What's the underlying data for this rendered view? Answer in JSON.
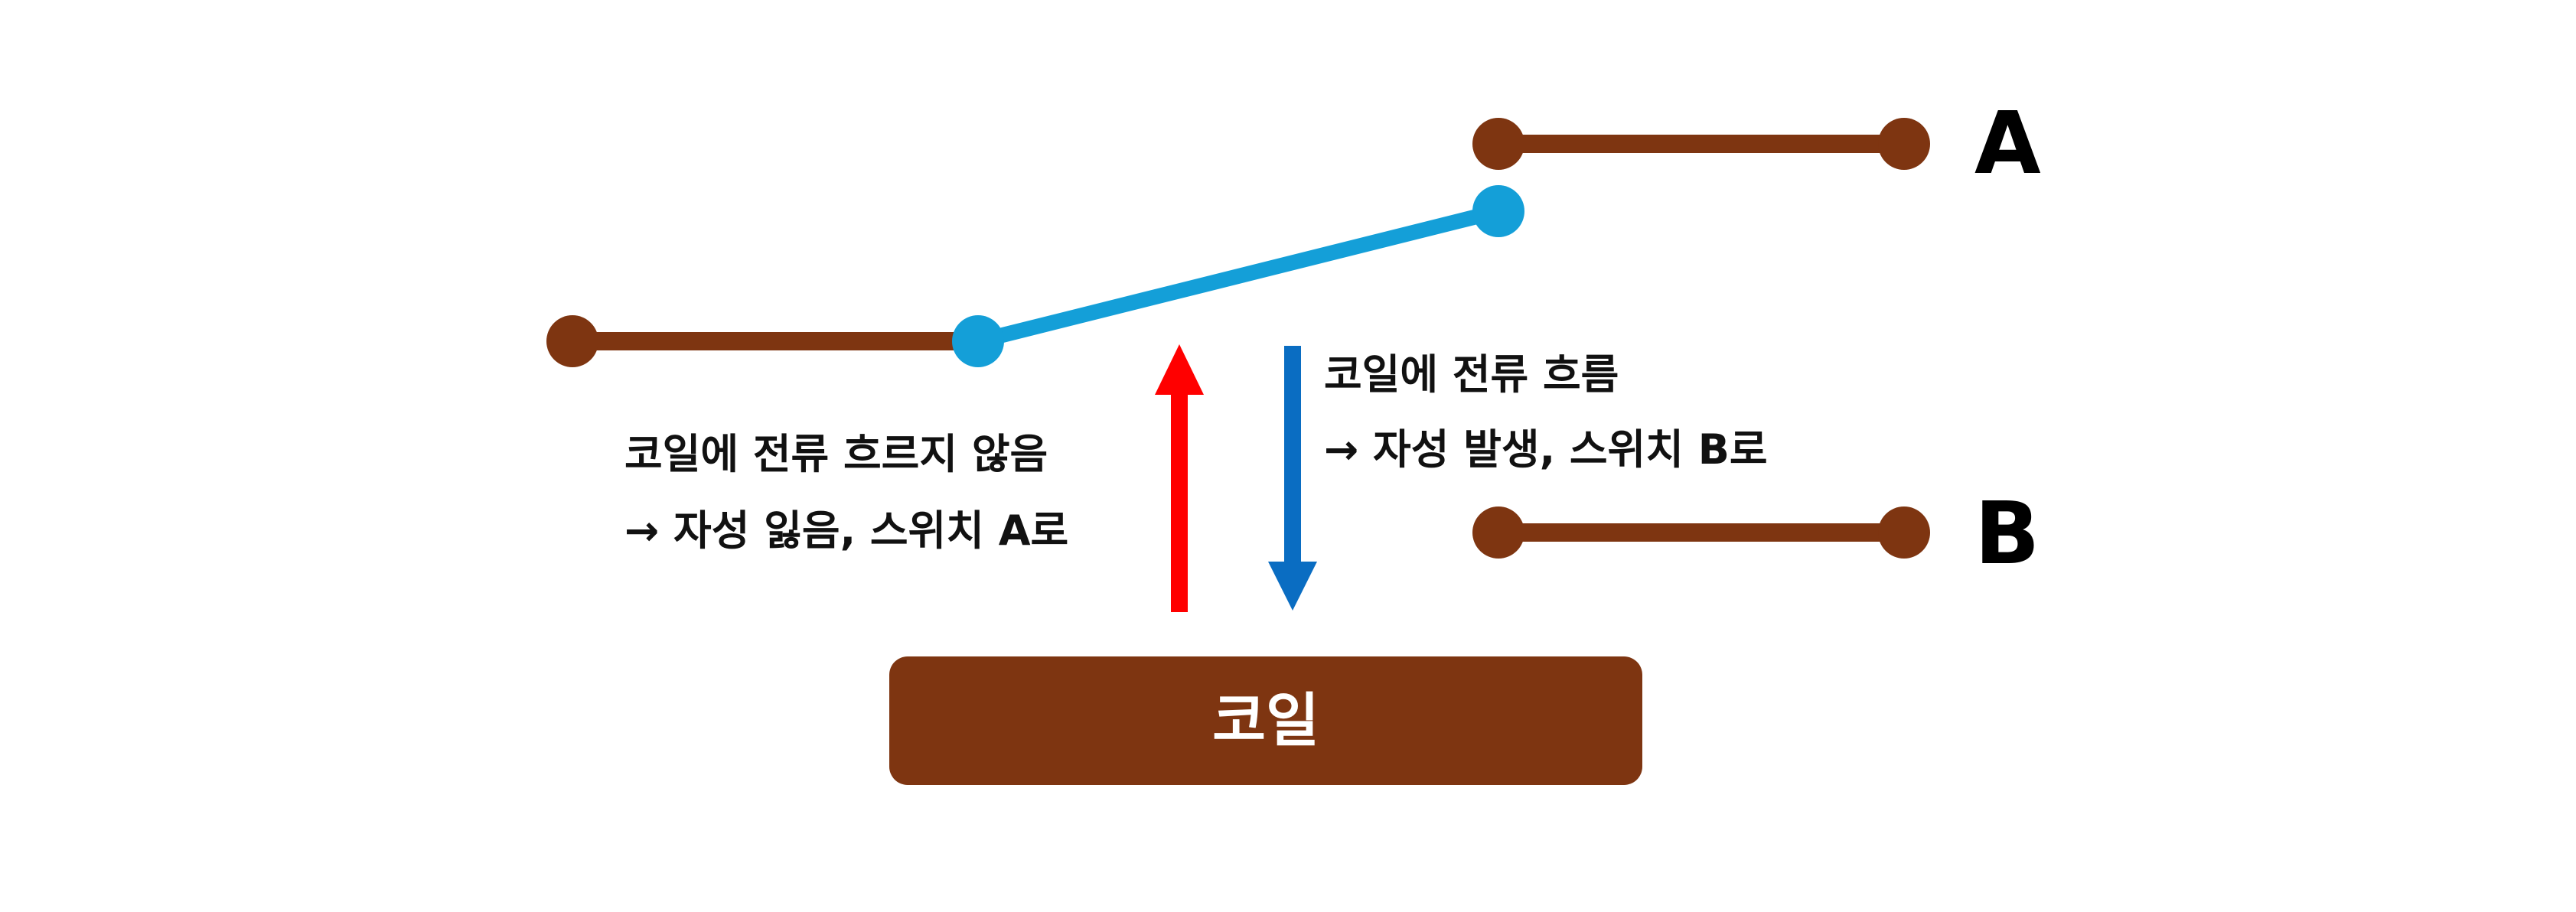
{
  "terminals": {
    "a": "A",
    "b": "B"
  },
  "coil": {
    "label": "코일"
  },
  "left_note": {
    "line1": "코일에 전류 흐르지 않음",
    "line2": "→ 자성 잃음, 스위치 A로"
  },
  "right_note": {
    "line1": "코일에 전류 흐름",
    "line2": "→ 자성 발생, 스위치 B로"
  },
  "colors": {
    "wire": "#7E3511",
    "switch_arm": "#149FD8",
    "arrow_up": "#FF0000",
    "arrow_down": "#0A6DC2",
    "coil_fill": "#7E3511",
    "coil_text": "#FFFFFF"
  }
}
